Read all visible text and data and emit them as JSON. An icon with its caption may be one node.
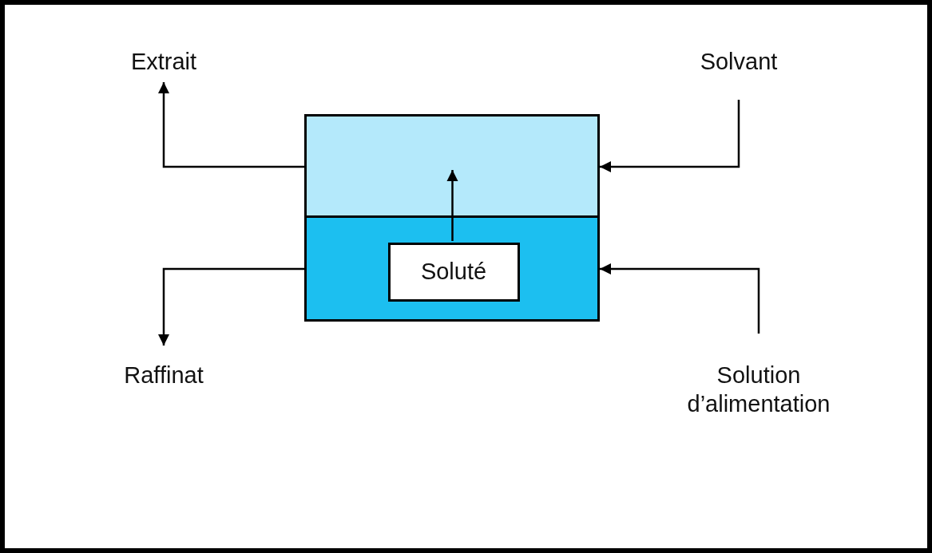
{
  "diagram": {
    "nodes": [
      {
        "text": [
          "Extrait"
        ]
      },
      {
        "text": [
          "Solvant"
        ]
      },
      {
        "text": [],
        "shape": "box"
      },
      {
        "text": [],
        "shape": "box"
      },
      {
        "text": [
          "Soluté"
        ],
        "in": 3
      },
      {
        "text": [
          "Raffinat"
        ]
      },
      {
        "text": [
          "Solution d’alimentation"
        ]
      }
    ],
    "edges": [
      {
        "from": 2,
        "to": 0,
        "arrow": "to"
      },
      {
        "from": 1,
        "to": 2,
        "arrow": "to"
      },
      {
        "from": 3,
        "to": 5,
        "arrow": "to"
      },
      {
        "from": 6,
        "to": 3,
        "arrow": "to"
      },
      {
        "from": 4,
        "to": 2,
        "arrow": "to"
      }
    ]
  }
}
